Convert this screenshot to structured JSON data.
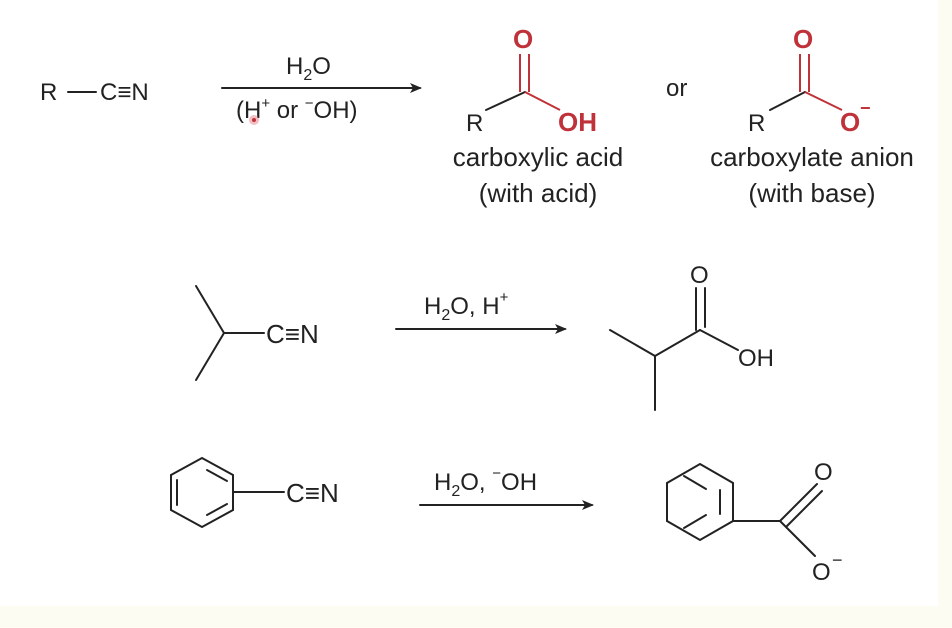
{
  "colors": {
    "text": "#222222",
    "accent": "#c0323a",
    "background": "#ffffff",
    "outer": "#fdfcf3"
  },
  "general": {
    "reactant_r": "R",
    "reactant_cn": "C≡N",
    "reagent_main": "H",
    "reagent_sub": "2",
    "reagent_end": "O",
    "conditions_open": "(H",
    "conditions_plus": "+",
    "conditions_or": " or ",
    "conditions_minus": "−",
    "conditions_oh": "OH)",
    "connector_or": "or",
    "acid": {
      "o_label": "O",
      "r_label": "R",
      "oh_label": "OH",
      "name": "carboxylic acid",
      "note": "(with acid)"
    },
    "anion": {
      "o_label": "O",
      "r_label": "R",
      "ominus_label": "O",
      "minus": "−",
      "name": "carboxylate anion",
      "note": "(with base)"
    }
  },
  "example1": {
    "reactant_cn": "C≡N",
    "reagent_h": "H",
    "reagent_sub": "2",
    "reagent_o": "O, H",
    "reagent_sup": "+",
    "product_o": "O",
    "product_oh": "OH"
  },
  "example2": {
    "reactant_cn": "C≡N",
    "reagent_h": "H",
    "reagent_sub": "2",
    "reagent_o": "O, ",
    "reagent_minus": "−",
    "reagent_oh": "OH",
    "product_o_top": "O",
    "product_o_bottom": "O",
    "product_minus": "−"
  }
}
